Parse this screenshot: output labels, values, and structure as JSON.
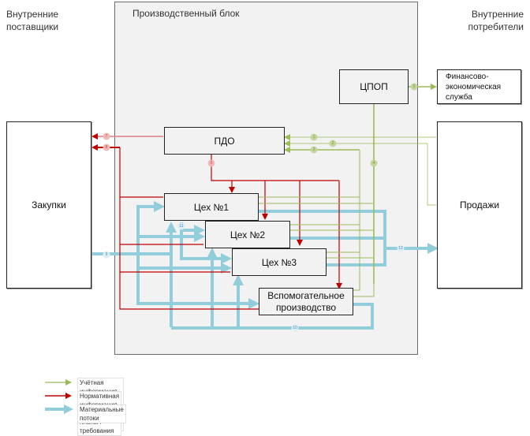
{
  "labels": {
    "internal_suppliers": [
      "Внутренние",
      "поставщики"
    ],
    "internal_consumers": [
      "Внутренние",
      "потребители"
    ],
    "production_block": "Производственный блок"
  },
  "nodes": {
    "procurement": "Закупки",
    "sales": "Продажи",
    "finance": [
      "Финансово-",
      "экономическая",
      "служба"
    ],
    "cpop": "ЦПОП",
    "pdo": "ПДО",
    "shop1": "Цех №1",
    "shop2": "Цех №2",
    "shop3": "Цех №3",
    "auxiliary": [
      "Вспомогательное",
      "производство"
    ]
  },
  "flow_badges": {
    "b1": "1",
    "b2": "2",
    "b3": "3",
    "b4": "4",
    "b5": "5",
    "b6": "6",
    "b7": "7",
    "b8": "8",
    "b9": "9",
    "b10": "10",
    "b11": "11",
    "b12": "12"
  },
  "colors": {
    "accounting_info": "#9bbb59",
    "normative_info": "#c00000",
    "material_flow": "#92cddc",
    "block_bg": "#f2f2f2"
  },
  "legend": [
    {
      "type": "accounting_info",
      "label": "Учётная информация, необходимая для контроля и планирования"
    },
    {
      "type": "normative_info",
      "label": "Нормативная информация, содержащая планы / требования"
    },
    {
      "type": "material_flow",
      "label": "Материальные потоки"
    }
  ]
}
